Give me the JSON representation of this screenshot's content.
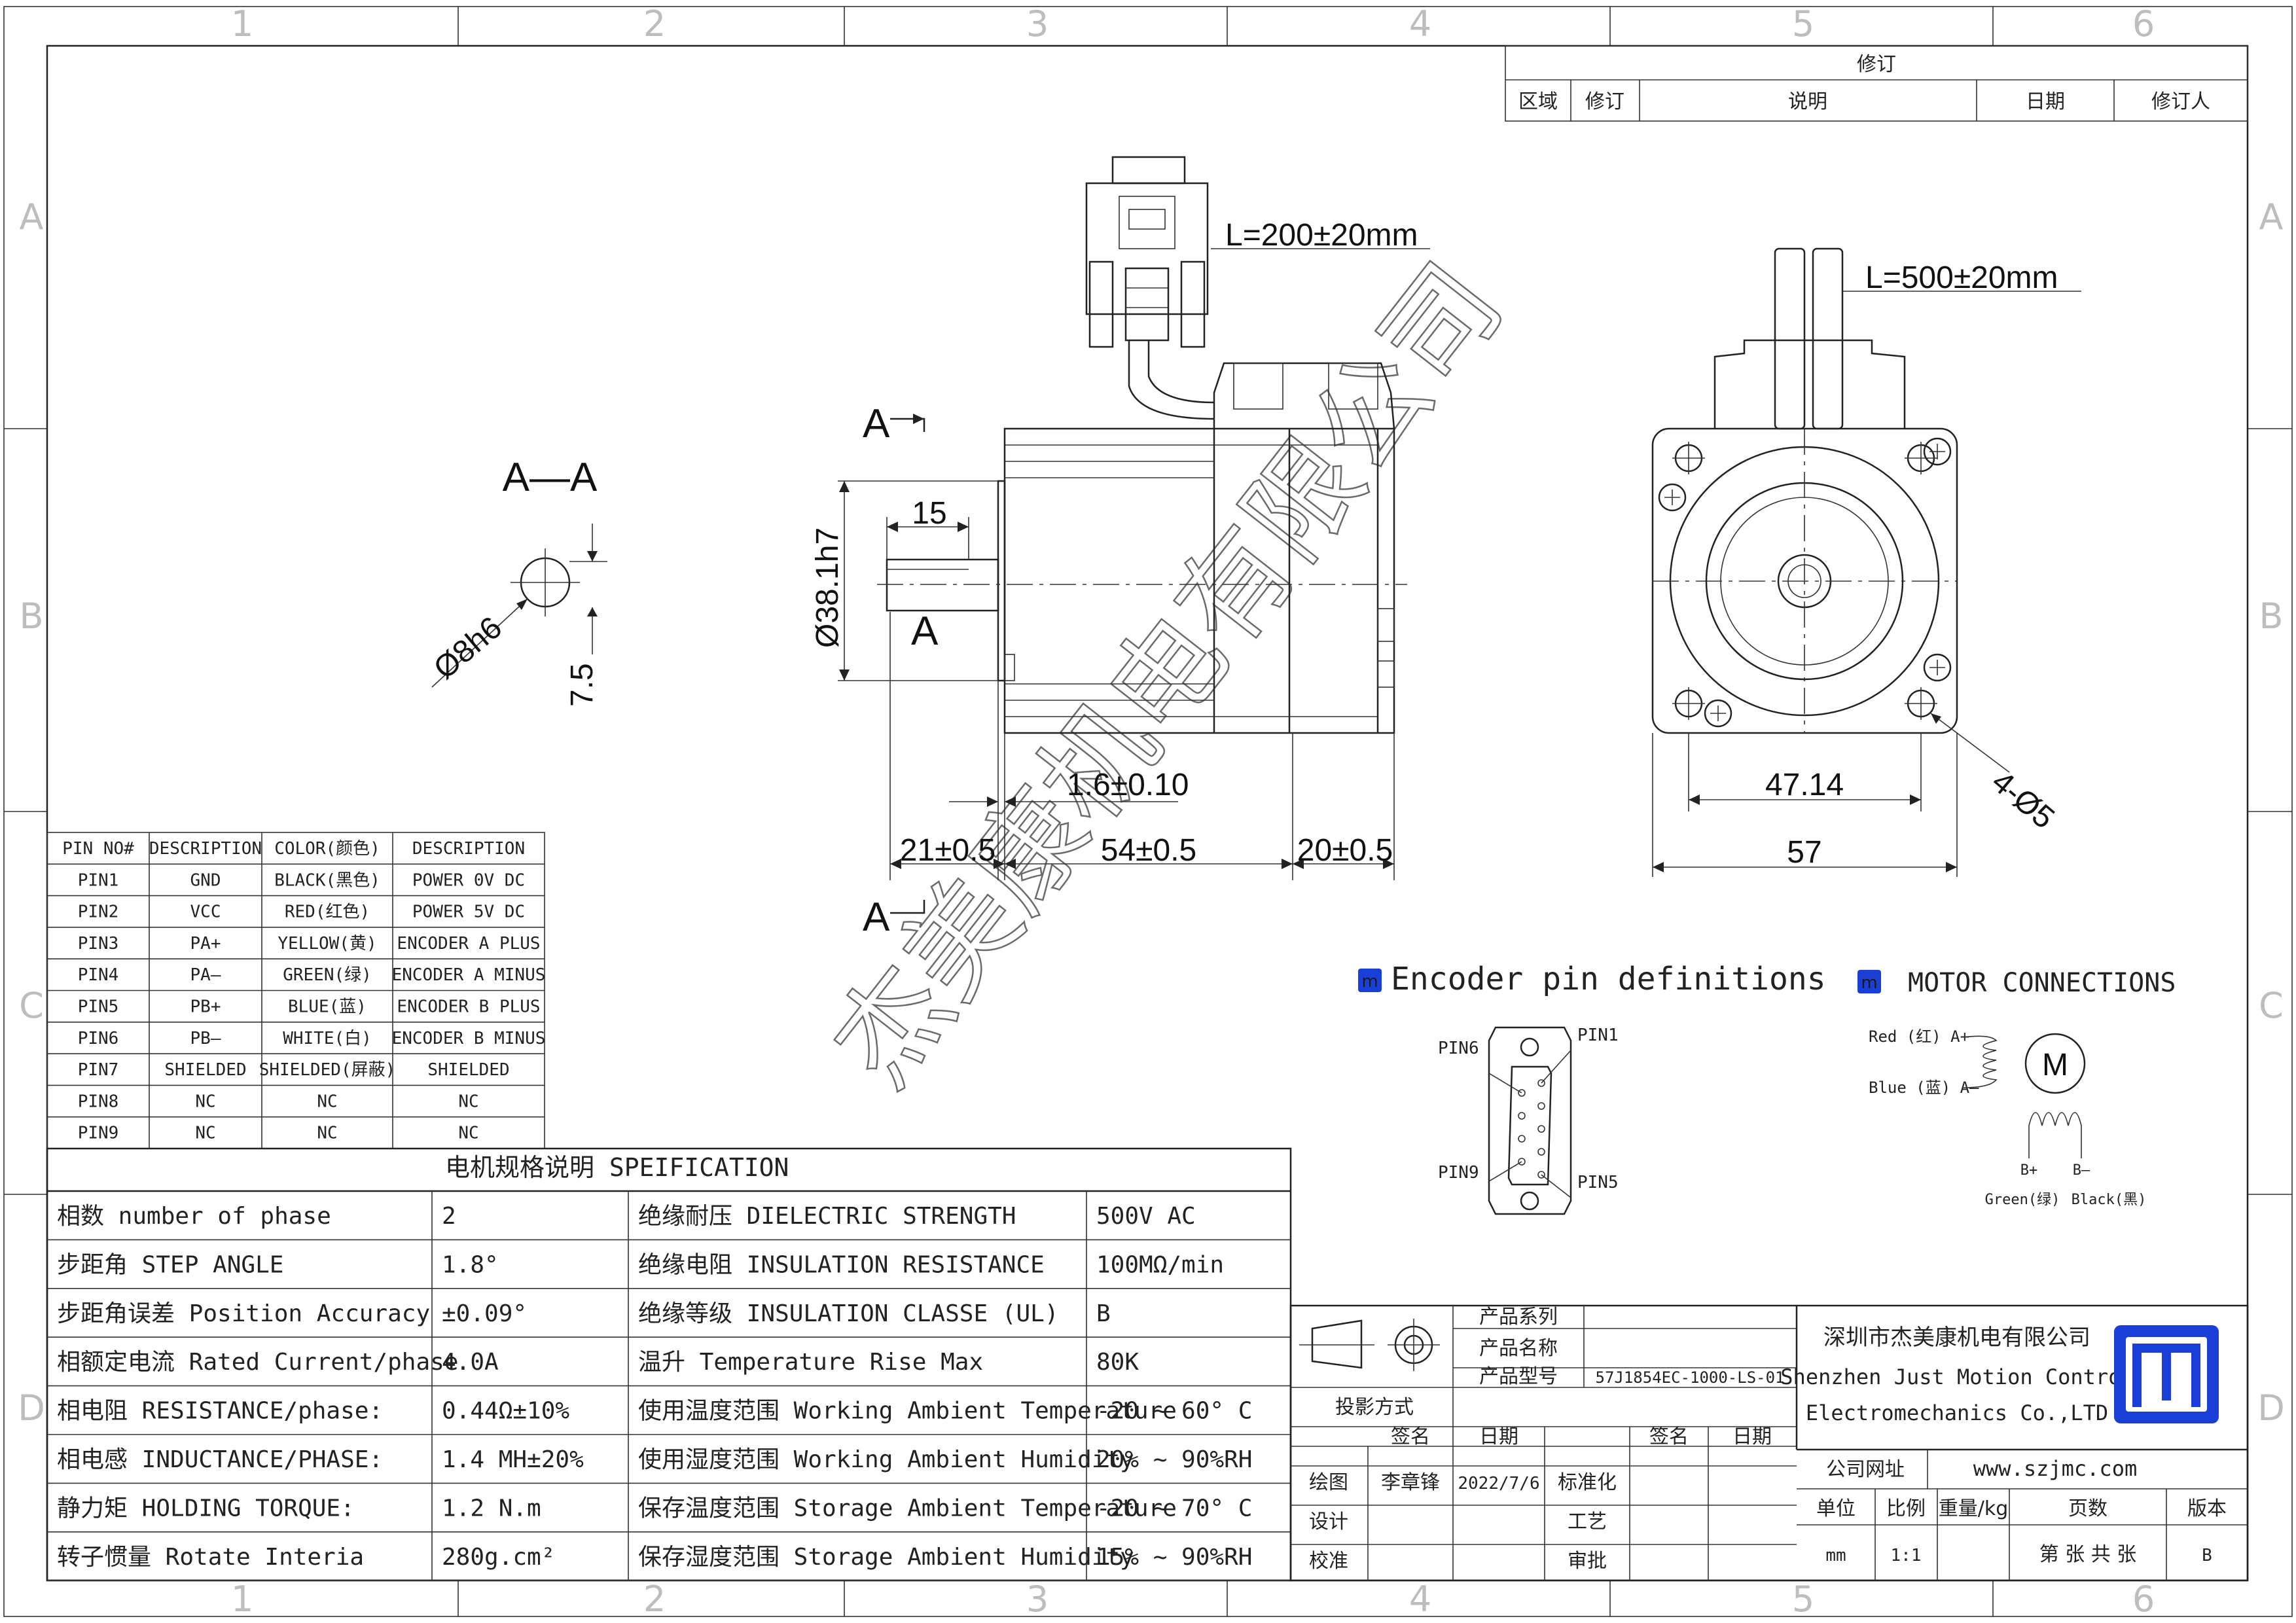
{
  "grid": {
    "columns": [
      "1",
      "2",
      "3",
      "4",
      "5",
      "6"
    ],
    "rows": [
      "A",
      "B",
      "C",
      "D"
    ]
  },
  "revision": {
    "title": "修订",
    "headers": [
      "区域",
      "修订",
      "说明",
      "日期",
      "修订人"
    ]
  },
  "drawing": {
    "section_title": "A—A",
    "section_mark": "A",
    "dims": {
      "shaft_dia": "Ø8h6",
      "flat": "7.5",
      "pilot_dia": "Ø38.1h7",
      "flat_len": "15",
      "flange_thk": "1.6±0.10",
      "shaft_len": "21±0.5",
      "body_len": "54±0.5",
      "encoder_len": "20±0.5",
      "hole_spacing": "47.14",
      "frame": "57",
      "holes": "4-Ø5",
      "encoder_cable": "L=200±20mm",
      "motor_cable": "L=500±20mm"
    }
  },
  "pin_table": {
    "headers": [
      "PIN NO#",
      "DESCRIPTION",
      "COLOR(颜色)",
      "DESCRIPTION"
    ],
    "rows": [
      [
        "PIN1",
        "GND",
        "BLACK(黑色)",
        "POWER 0V DC"
      ],
      [
        "PIN2",
        "VCC",
        "RED(红色)",
        "POWER 5V DC"
      ],
      [
        "PIN3",
        "PA+",
        "YELLOW(黄)",
        "ENCODER A PLUS"
      ],
      [
        "PIN4",
        "PA—",
        "GREEN(绿)",
        "ENCODER A MINUS"
      ],
      [
        "PIN5",
        "PB+",
        "BLUE(蓝)",
        "ENCODER B PLUS"
      ],
      [
        "PIN6",
        "PB—",
        "WHITE(白)",
        "ENCODER B MINUS"
      ],
      [
        "PIN7",
        "SHIELDED",
        "SHIELDED(屏蔽)",
        "SHIELDED"
      ],
      [
        "PIN8",
        "NC",
        "NC",
        "NC"
      ],
      [
        "PIN9",
        "NC",
        "NC",
        "NC"
      ]
    ]
  },
  "spec": {
    "title": "电机规格说明 SPEIFICATION",
    "rows": [
      [
        "相数 number of phase",
        "2",
        "绝缘耐压 DIELECTRIC STRENGTH",
        "500V AC"
      ],
      [
        "步距角 STEP ANGLE",
        "1.8°",
        "绝缘电阻 INSULATION RESISTANCE",
        "100MΩ/min"
      ],
      [
        "步距角误差 Position Accuracy",
        "±0.09°",
        "绝缘等级 INSULATION CLASSE (UL)",
        "B"
      ],
      [
        "相额定电流 Rated Current/phase",
        "4.0A",
        "温升 Temperature Rise Max",
        "80K"
      ],
      [
        "相电阻 RESISTANCE/phase:",
        "0.44Ω±10%",
        "使用温度范围 Working Ambient Temperature",
        "-20 ~ 60° C"
      ],
      [
        "相电感 INDUCTANCE/PHASE:",
        "1.4 MH±20%",
        "使用湿度范围 Working Ambient Humidity",
        "20% ~ 90%RH"
      ],
      [
        "静力矩 HOLDING TORQUE:",
        "1.2 N.m",
        "保存温度范围 Storage Ambient Temperature",
        "-20 ~ 70° C"
      ],
      [
        "转子惯量 Rotate Interia",
        "280g.cm²",
        "保存湿度范围 Storage Ambient Humidity",
        "15% ~ 90%RH"
      ]
    ]
  },
  "encoder_pins": {
    "title": "Encoder pin definitions",
    "pin1": "PIN1",
    "pin5": "PIN5",
    "pin6": "PIN6",
    "pin9": "PIN9"
  },
  "motor_conn": {
    "title": "MOTOR CONNECTIONS",
    "a_plus": "Red (红) A+",
    "a_minus": "Blue (蓝) A—",
    "b_plus": "B+",
    "b_minus": "B—",
    "green": "Green(绿)",
    "black": "Black(黑)",
    "motor": "M"
  },
  "title_block": {
    "series_label": "产品系列",
    "name_label": "产品名称",
    "model_label": "产品型号",
    "model": "57J1854EC-1000-LS-01",
    "projection": "投影方式",
    "sign": "签名",
    "date": "日期",
    "sign2": "签名",
    "date2": "日期",
    "drawn": "绘图",
    "drawer": "李章锋",
    "drawn_date": "2022/7/6",
    "standard": "标准化",
    "design": "设计",
    "process": "工艺",
    "check": "校准",
    "approve": "审批",
    "company_cn": "深圳市杰美康机电有限公司",
    "company_en1": "Shenzhen Just Motion Control",
    "company_en2": "Electromechanics Co.,LTD",
    "website_label": "公司网址",
    "website": "www.szjmc.com",
    "unit_label": "单位",
    "scale_label": "比例",
    "weight_label": "重量/kg",
    "pages_label": "页数",
    "version_label": "版本",
    "unit": "mm",
    "scale": "1:1",
    "pages": "第 张 共 张",
    "version": "B"
  },
  "watermark": [
    "杰",
    "美",
    "康",
    "机",
    "电",
    "有",
    "限",
    "公",
    "司"
  ],
  "colors": {
    "center_line": "#e31b1b",
    "logo": "#1a3fd6",
    "grid": "#bdbdbd"
  }
}
